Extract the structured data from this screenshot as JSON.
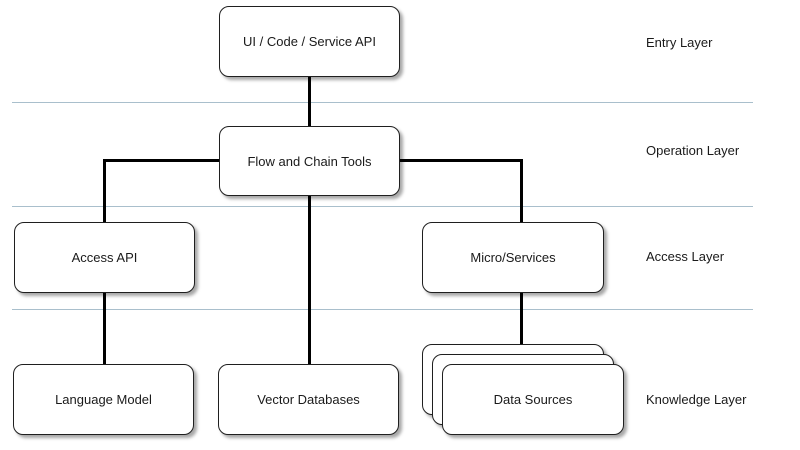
{
  "nodes": {
    "entry_api": "UI / Code / Service API",
    "flow_tools": "Flow and Chain Tools",
    "access_api": "Access API",
    "micro_services": "Micro/Services",
    "language_model": "Language Model",
    "vector_databases": "Vector Databases",
    "data_sources": "Data Sources"
  },
  "layers": {
    "entry": "Entry Layer",
    "operation": "Operation Layer",
    "access": "Access Layer",
    "knowledge": "Knowledge Layer"
  },
  "colors": {
    "divider": "#a9bfcc",
    "connector": "#000000",
    "node_border": "#1f1f1f"
  }
}
